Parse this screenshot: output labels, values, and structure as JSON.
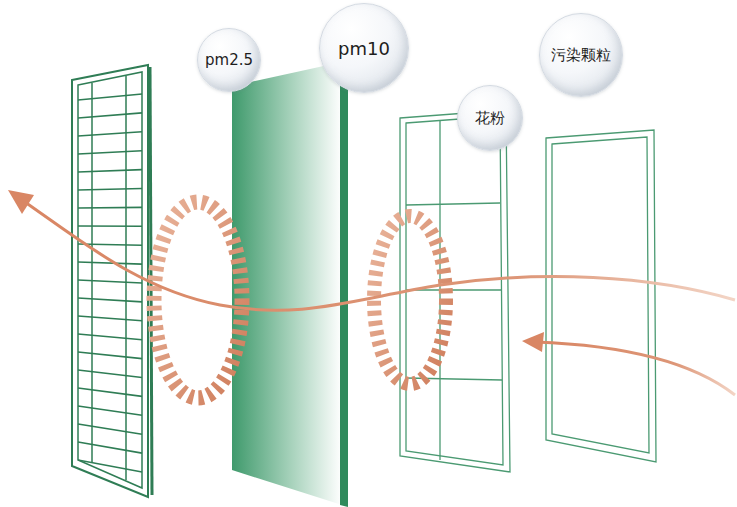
{
  "diagram": {
    "nodes": [
      {
        "text": [
          "pm2.5"
        ]
      },
      {
        "text": [
          "pm10"
        ]
      },
      {
        "text": [
          "污染颗粒"
        ]
      },
      {
        "text": [
          "花粉"
        ]
      }
    ]
  }
}
